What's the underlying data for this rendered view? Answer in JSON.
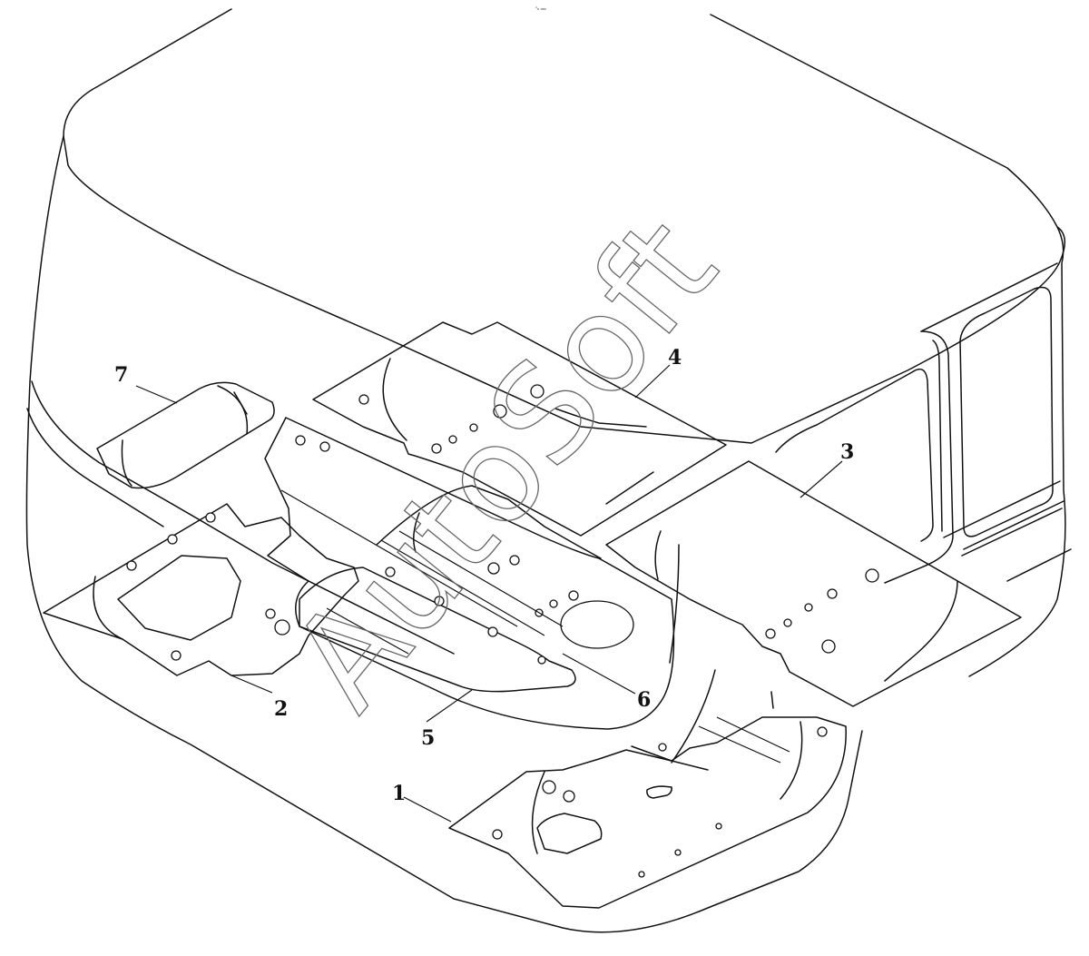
{
  "figure_code": "ⁿ₀ ₀₀₀",
  "watermark": "AutoSoft",
  "callouts": [
    {
      "id": "1",
      "label": "1"
    },
    {
      "id": "2",
      "label": "2"
    },
    {
      "id": "3",
      "label": "3"
    },
    {
      "id": "4",
      "label": "4"
    },
    {
      "id": "5",
      "label": "5"
    },
    {
      "id": "6",
      "label": "6"
    },
    {
      "id": "7",
      "label": "7"
    }
  ],
  "colors": {
    "line": "#111111",
    "background": "#ffffff",
    "watermark": "#666666"
  }
}
